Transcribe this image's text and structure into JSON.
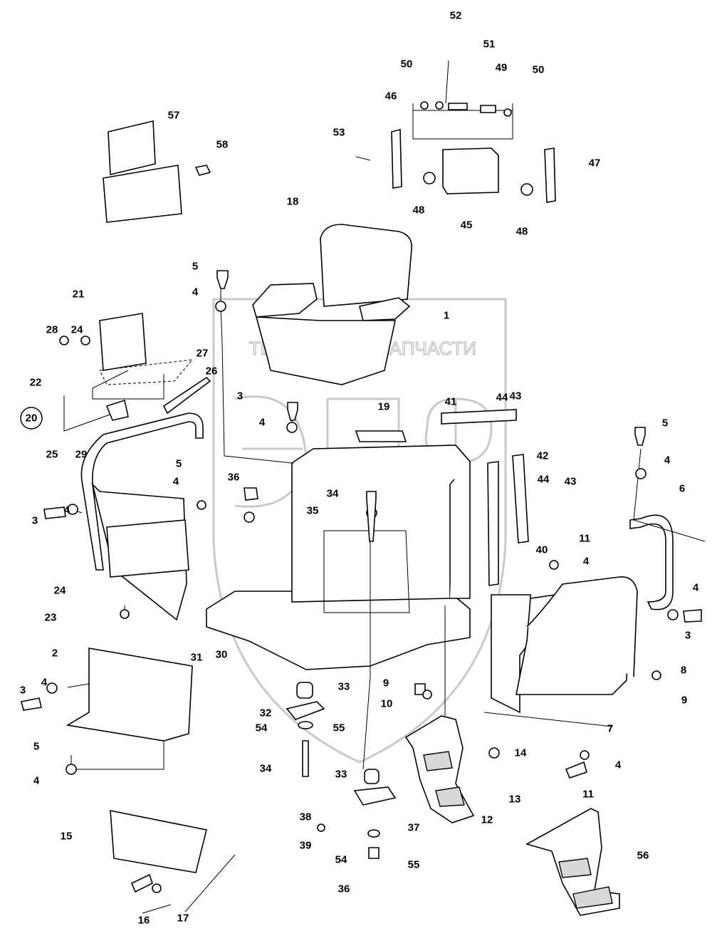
{
  "watermark": {
    "text_left": "ТЕХНИКА",
    "text_right": "ЗАПЧАСТИ",
    "logo": "ЭПФ"
  },
  "callouts": [
    "52",
    "51",
    "50",
    "49",
    "50",
    "46",
    "53",
    "47",
    "48",
    "45",
    "48",
    "57",
    "58",
    "18",
    "5",
    "4",
    "21",
    "28",
    "24",
    "27",
    "26",
    "22",
    "20",
    "25",
    "29",
    "1",
    "3",
    "4",
    "19",
    "41",
    "44",
    "43",
    "5",
    "4",
    "6",
    "42",
    "44",
    "43",
    "5",
    "4",
    "36",
    "34",
    "35",
    "3",
    "4",
    "40",
    "11",
    "4",
    "4",
    "3",
    "24",
    "23",
    "2",
    "31",
    "30",
    "33",
    "9",
    "10",
    "32",
    "54",
    "55",
    "8",
    "9",
    "7",
    "3",
    "4",
    "5",
    "4",
    "34",
    "14",
    "4",
    "13",
    "11",
    "33",
    "12",
    "38",
    "37",
    "39",
    "15",
    "54",
    "55",
    "56",
    "36",
    "16",
    "17"
  ],
  "circled_callout": "20"
}
